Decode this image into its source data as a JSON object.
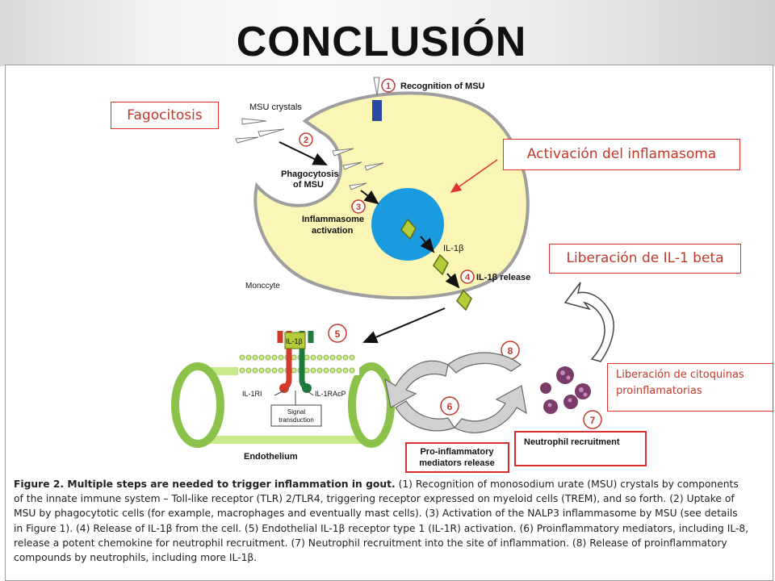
{
  "title": "CONCLUSIÓN",
  "callouts": {
    "fagocitosis": "Fagocitosis",
    "inflamasoma": "Activación del inflamasoma",
    "il1": "Liberación de IL-1 beta",
    "citoquinas_line1": "Liberación de citoquinas",
    "citoquinas_line2": "proinflamatorias"
  },
  "figure": {
    "steps": {
      "s1": "Recognition of MSU",
      "s2_line1": "Phagocytosis",
      "s2_line2": "of MSU",
      "s3_line1": "Inflammasome",
      "s3_line2": "activation",
      "s4": "IL-1β release",
      "s6_line1": "Pro-inflammatory",
      "s6_line2": "mediators release",
      "s7": "Neutrophil recruitment"
    },
    "numbers": [
      "1",
      "2",
      "3",
      "4",
      "5",
      "6",
      "7",
      "8"
    ],
    "labels": {
      "msu_crystals": "MSU crystals",
      "monocyte": "Monccyte",
      "il1b": "IL-1β",
      "il1b_receptor": "IL-1β",
      "il1ri": "IL-1RI",
      "il1racp": "IL-1RAcP",
      "signal_line1": "Signal",
      "signal_line2": "transduction",
      "endothelium": "Endothelium"
    },
    "caption": {
      "bold": "Figure 2. Multiple steps are needed to trigger inflammation in gout.",
      "line1": "(1) Recognition of monosodium urate (MSU) crystals by components",
      "line2": "of the innate immune system – Toll-like receptor (TLR) 2/TLR4, triggering receptor expressed on myeloid cells (TREM), and so forth. (2) Uptake of",
      "line3": "MSU by phagocytotic cells (for example, macrophages and eventually mast cells). (3) Activation of the NALP3 inflammasome by MSU (see details",
      "line4": "in Figure 1). (4) Release of IL-1β from the cell. (5) Endothelial IL-1β receptor type 1 (IL-1R) activation. (6) Proinflammatory mediators, including IL-8,",
      "line5": "release a potent chemokine for neutrophil recruitment. (7) Neutrophil recruitment into the site of inflammation. (8) Release of proinflammatory",
      "line6": "compounds by neutrophils, including more IL-1β."
    }
  },
  "colors": {
    "cell": "#fbf5b6",
    "nucleus": "#1a9be0",
    "il1b": "#b5cc3a",
    "endothelium": "#c9ea8a",
    "callout_red": "#e03030",
    "neutrophil": "#7a3a6a"
  }
}
